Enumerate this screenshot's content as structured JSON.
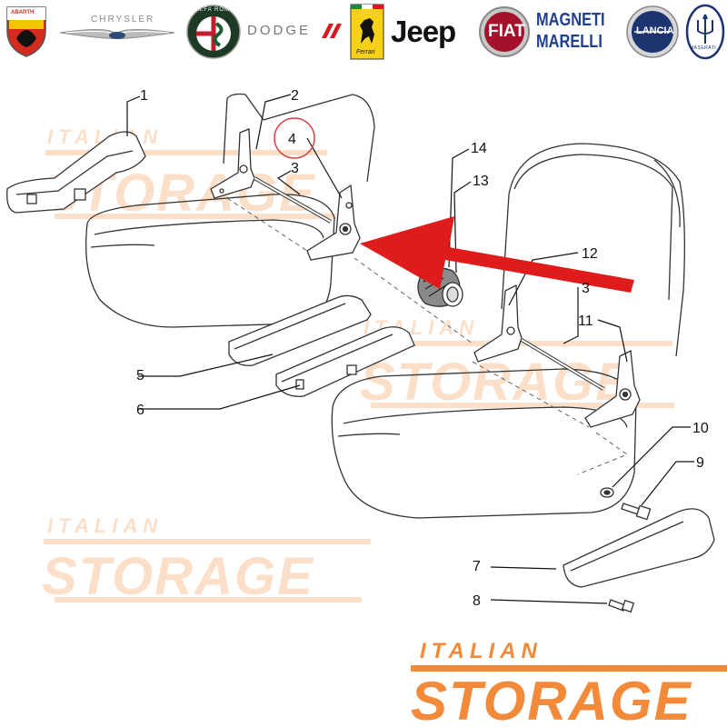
{
  "brands": {
    "chrysler": "CHRYSLER",
    "dodge": "DODGE",
    "jeep": "Jeep",
    "fiat": "FIAT",
    "magneti": "MAGNETI",
    "marelli": "MARELLI",
    "lancia": "LANCIA",
    "abarth": "ABARTH",
    "alfa": "ALFA ROMEO",
    "ferrari": "Ferrari",
    "maserati": "MASERATI"
  },
  "watermark": {
    "line1": "ITALIAN",
    "line2": "STORAGE"
  },
  "callouts": {
    "c1": "1",
    "c2": "2",
    "c3a": "3",
    "c4": "4",
    "c14": "14",
    "c13": "13",
    "c12": "12",
    "c3b": "3",
    "c11": "11",
    "c5": "5",
    "c6": "6",
    "c10": "10",
    "c9": "9",
    "c7": "7",
    "c8": "8"
  },
  "colors": {
    "accent_orange": "#f28a3a",
    "watermark_orange": "#f7b98a",
    "arrow_red": "#e01b1b",
    "highlight_circle": "#e04545",
    "line_art": "#222222",
    "fiat_red": "#a3122a",
    "magneti_blue": "#1f3f8f",
    "lancia_blue": "#1c3570",
    "abarth_red": "#d52b1e",
    "ferrari_yellow": "#f7d117"
  }
}
